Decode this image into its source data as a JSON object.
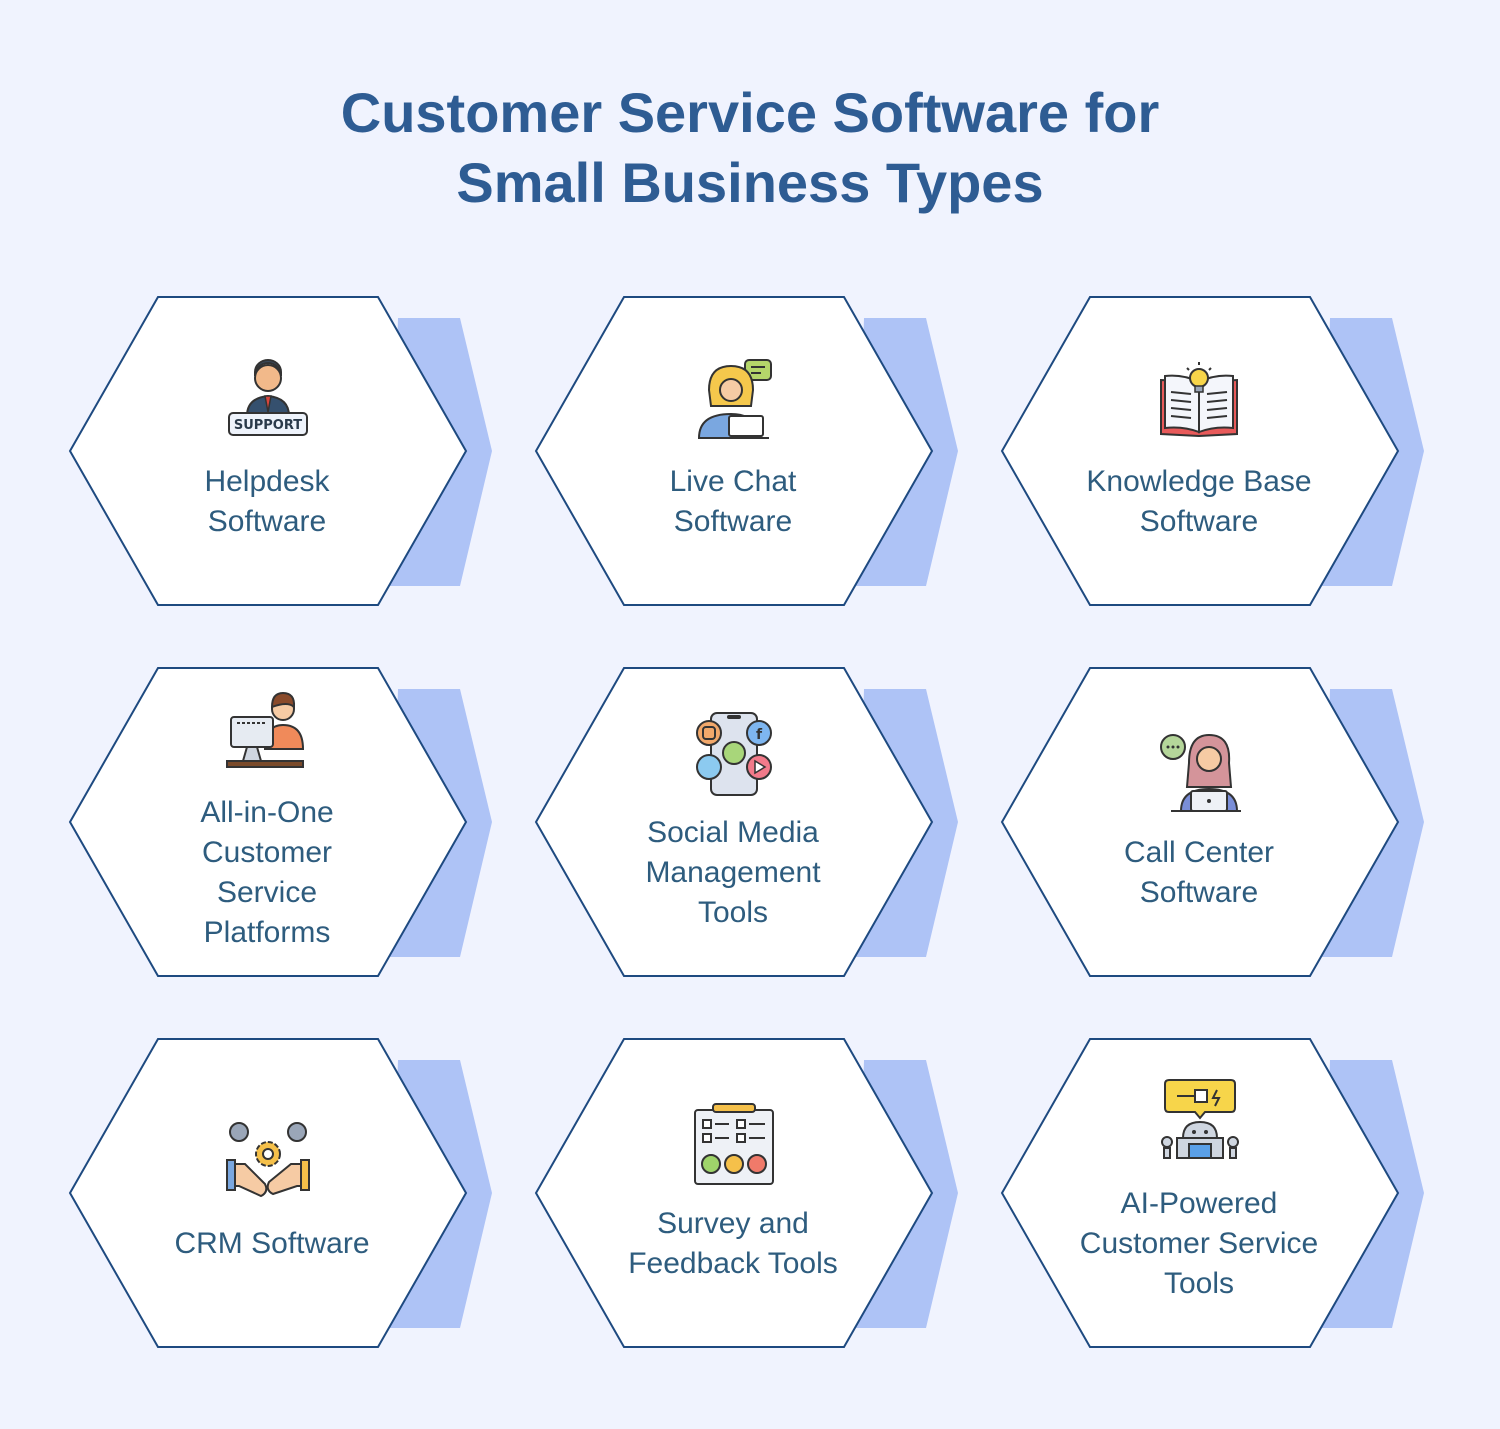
{
  "title": {
    "line1": "Customer Service Software for",
    "line2": "Small Business Types"
  },
  "colors": {
    "background": "#f0f3fe",
    "title": "#2e5c93",
    "hex_outline": "#1e4a80",
    "hex_shadow": "#aec3f6",
    "label": "#2e5c7e"
  },
  "cards": [
    {
      "icon": "support-agent-icon",
      "lines": [
        "Helpdesk",
        "Software"
      ]
    },
    {
      "icon": "live-chat-agent-icon",
      "lines": [
        "Live Chat",
        "Software"
      ]
    },
    {
      "icon": "knowledge-book-icon",
      "lines": [
        "Knowledge Base",
        "Software"
      ]
    },
    {
      "icon": "computer-person-icon",
      "lines": [
        "All-in-One",
        "Customer",
        "Service",
        "Platforms"
      ]
    },
    {
      "icon": "social-media-phone-icon",
      "lines": [
        "Social Media",
        "Management",
        "Tools"
      ]
    },
    {
      "icon": "call-center-agent-icon",
      "lines": [
        "Call Center",
        "Software"
      ]
    },
    {
      "icon": "handshake-crm-icon",
      "lines": [
        "CRM Software"
      ]
    },
    {
      "icon": "survey-clipboard-icon",
      "lines": [
        "Survey and",
        "Feedback Tools"
      ]
    },
    {
      "icon": "ai-robot-icon",
      "lines": [
        "AI-Powered",
        "Customer Service",
        "Tools"
      ]
    }
  ]
}
